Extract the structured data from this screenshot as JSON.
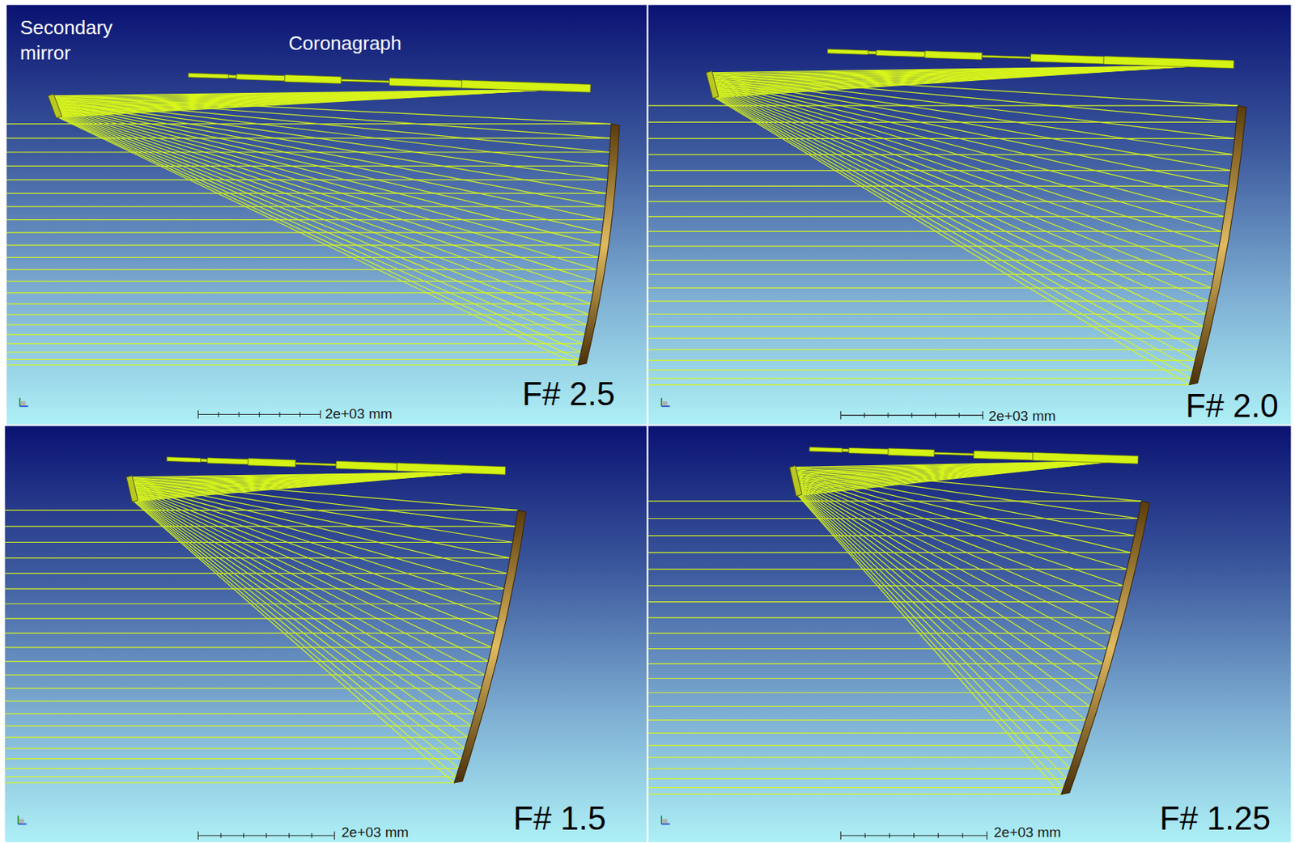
{
  "diagram": {
    "labels": [
      "Secondary mirror",
      "Coronagraph",
      "F# 2.5",
      "2e+03 mm",
      "F# 2.0",
      "2e+03 mm",
      "F# 1.5",
      "2e+03 mm",
      "F# 1.25",
      "2e+03 mm"
    ]
  }
}
